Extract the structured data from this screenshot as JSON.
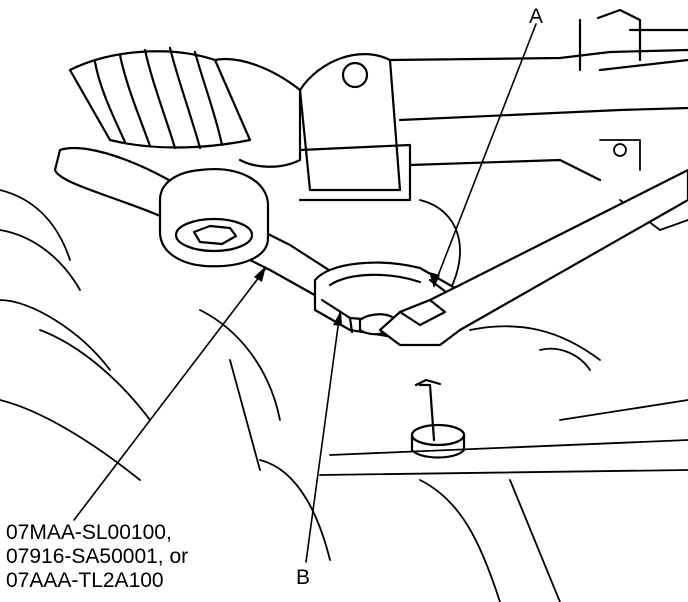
{
  "callouts": {
    "a": "A",
    "b": "B"
  },
  "tool_note": {
    "line1": "07MAA-SL00100,",
    "line2": "07916-SA50001, or",
    "line3": "07AAA-TL2A100"
  }
}
